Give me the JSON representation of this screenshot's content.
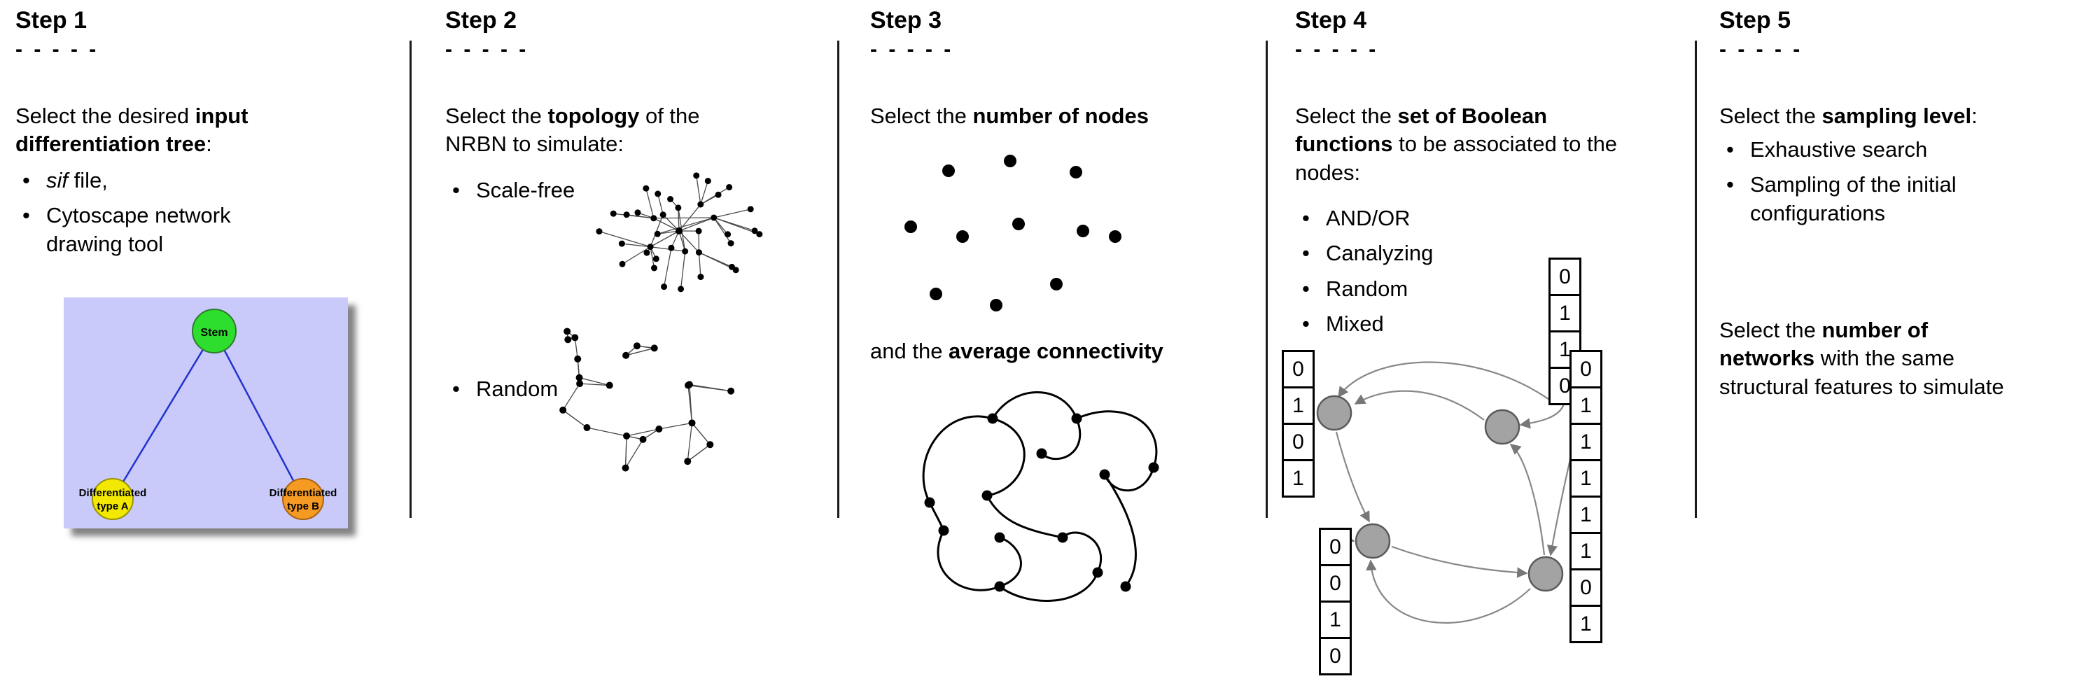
{
  "steps": [
    {
      "title": "Step 1",
      "dashes": "- - - - -",
      "intro": {
        "pre": "Select the desired ",
        "bold": "input differentiation tree",
        "post": ":"
      },
      "bullets": [
        {
          "italic": "sif",
          "text": " file,"
        },
        {
          "text": "Cytoscape network drawing tool"
        }
      ],
      "tree": {
        "stem_label": "Stem",
        "type_a_label_line1": "Differentiated",
        "type_a_label_line2": "type A",
        "type_b_label_line1": "Differentiated",
        "type_b_label_line2": "type B",
        "colors": {
          "background": "#c9c9fa",
          "stem": "#2ede2e",
          "type_a": "#f2e800",
          "type_b": "#f59a23",
          "edge": "#2233cc"
        }
      }
    },
    {
      "title": "Step 2",
      "dashes": "- - - - -",
      "intro": {
        "pre": "Select the ",
        "bold": "topology",
        "post": " of the NRBN to simulate:"
      },
      "bullets": [
        {
          "text": "Scale-free"
        },
        {
          "text": "Random"
        }
      ]
    },
    {
      "title": "Step 3",
      "dashes": "- - - - -",
      "intro": {
        "pre": "Select the ",
        "bold": "number of nodes",
        "post": ""
      },
      "second": {
        "pre": "and the ",
        "bold": "average connectivity",
        "post": ""
      }
    },
    {
      "title": "Step 4",
      "dashes": "- - - - -",
      "intro": {
        "pre": "Select the ",
        "bold": "set of Boolean functions",
        "post": " to be associated to the nodes:"
      },
      "bullets": [
        {
          "text": "AND/OR"
        },
        {
          "text": "Canalyzing"
        },
        {
          "text": "Random"
        },
        {
          "text": "Mixed"
        }
      ],
      "node_color": "#a3a3a3",
      "truth_tables": {
        "left": [
          "0",
          "1",
          "0",
          "1"
        ],
        "top": [
          "0",
          "1",
          "1",
          "0"
        ],
        "bottom_left": [
          "0",
          "0",
          "1",
          "0"
        ],
        "right": [
          "0",
          "1",
          "1",
          "1",
          "1",
          "1",
          "0",
          "1"
        ]
      }
    },
    {
      "title": "Step 5",
      "dashes": "- - - - -",
      "intro": {
        "pre": "Select the ",
        "bold": "sampling level",
        "post": ":"
      },
      "bullets": [
        {
          "text": "Exhaustive search"
        },
        {
          "text": "Sampling of the initial configurations"
        }
      ],
      "second": {
        "pre": "Select the ",
        "bold": "number of networks",
        "post": " with the same structural features to simulate"
      }
    }
  ]
}
